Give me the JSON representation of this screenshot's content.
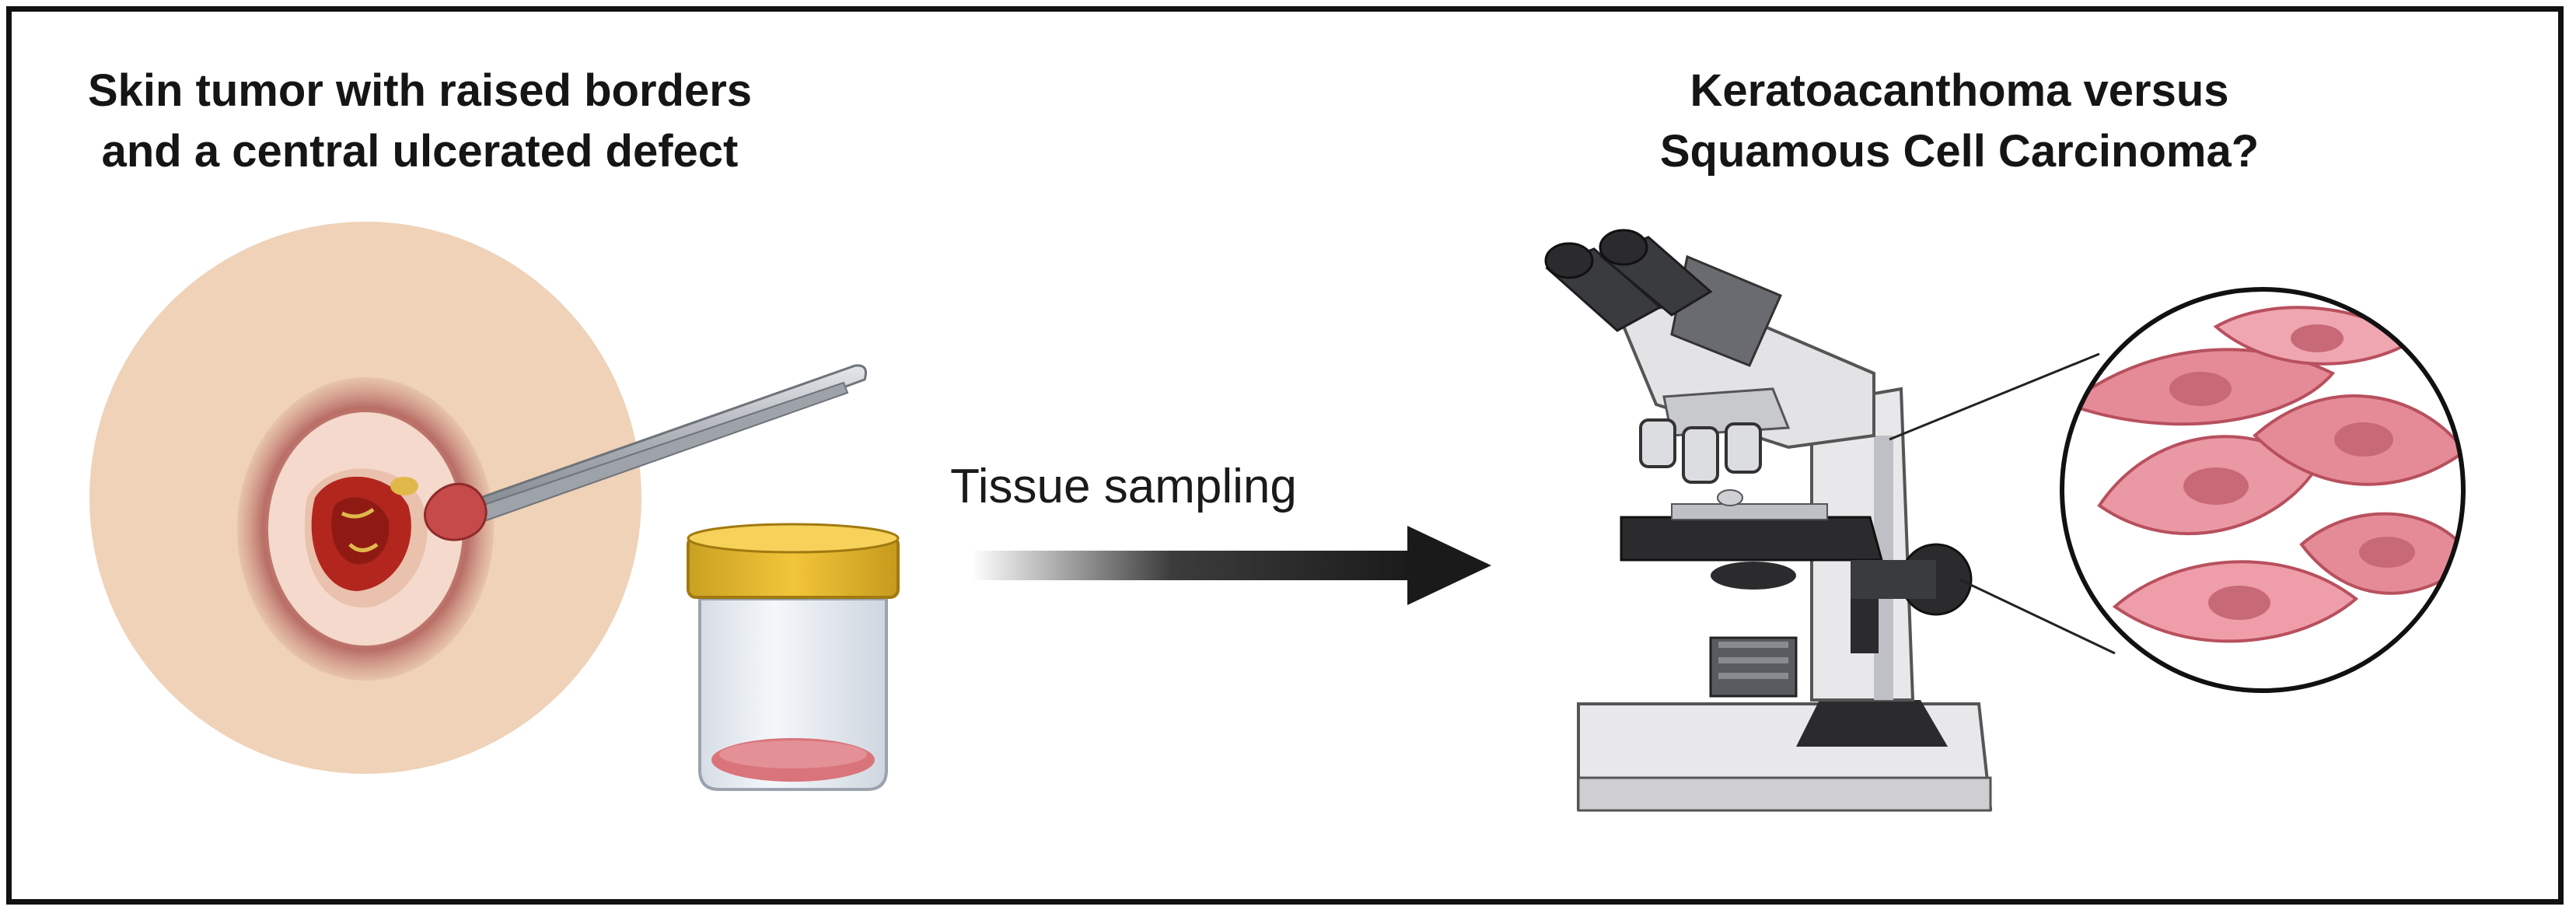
{
  "left_panel": {
    "title_line1": "Skin tumor with raised borders",
    "title_line2": "and a central ulcerated defect"
  },
  "arrow": {
    "label": "Tissue sampling"
  },
  "right_panel": {
    "title_line1": "Keratoacanthoma versus",
    "title_line2": "Squamous Cell Carcinoma?"
  },
  "colors": {
    "border": "#111111",
    "skin": "#efd2b8",
    "lesion_ring": "#b05a5a",
    "lesion_core": "#b3261e",
    "forceps": "#b9bcc2",
    "jar_lid": "#e5b22a",
    "arrow": "#1a1a1a",
    "cells": "#e58b97",
    "microscope_body": "#e8e8ea",
    "microscope_dark": "#2b2b2d"
  },
  "icons": [
    "skin-lesion-illustration",
    "forceps-icon",
    "specimen-jar-icon",
    "microscope-icon",
    "magnified-cells-icon"
  ]
}
